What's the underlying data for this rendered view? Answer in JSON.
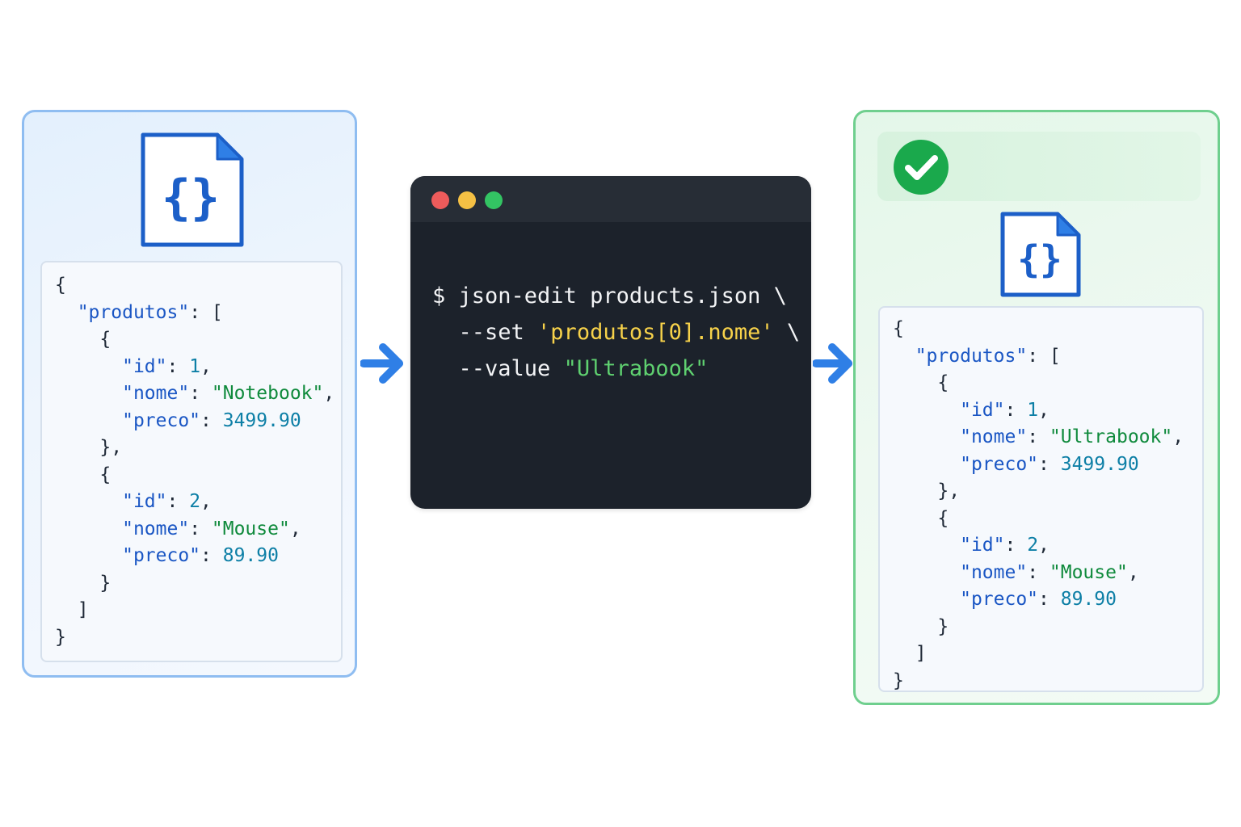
{
  "colors": {
    "before_border": "#8fbdf1",
    "after_border": "#6fcf8e",
    "arrow": "#2f7fe6",
    "key": "#1a56c4",
    "string": "#0f8a3c",
    "number": "#0d7fa6",
    "terminal_bg": "#1c222b",
    "dot_red": "#ee5b5b",
    "dot_yellow": "#f5c044",
    "dot_green": "#33c463",
    "check": "#1aa94c"
  },
  "icons": {
    "file": "json-file-icon",
    "arrow": "arrow-right-icon",
    "check": "check-circle-icon"
  },
  "before": {
    "icon_glyph": "{}",
    "lines": [
      [
        {
          "t": "{",
          "c": "p"
        }
      ],
      [
        {
          "t": "  ",
          "c": "p"
        },
        {
          "t": "\"produtos\"",
          "c": "k"
        },
        {
          "t": ": [",
          "c": "p"
        }
      ],
      [
        {
          "t": "    {",
          "c": "p"
        }
      ],
      [
        {
          "t": "      ",
          "c": "p"
        },
        {
          "t": "\"id\"",
          "c": "k"
        },
        {
          "t": ": ",
          "c": "p"
        },
        {
          "t": "1",
          "c": "n"
        },
        {
          "t": ",",
          "c": "p"
        }
      ],
      [
        {
          "t": "      ",
          "c": "p"
        },
        {
          "t": "\"nome\"",
          "c": "k"
        },
        {
          "t": ": ",
          "c": "p"
        },
        {
          "t": "\"Notebook\"",
          "c": "s"
        },
        {
          "t": ",",
          "c": "p"
        }
      ],
      [
        {
          "t": "      ",
          "c": "p"
        },
        {
          "t": "\"preco\"",
          "c": "k"
        },
        {
          "t": ": ",
          "c": "p"
        },
        {
          "t": "3499.90",
          "c": "n"
        }
      ],
      [
        {
          "t": "    },",
          "c": "p"
        }
      ],
      [
        {
          "t": "    {",
          "c": "p"
        }
      ],
      [
        {
          "t": "      ",
          "c": "p"
        },
        {
          "t": "\"id\"",
          "c": "k"
        },
        {
          "t": ": ",
          "c": "p"
        },
        {
          "t": "2",
          "c": "n"
        },
        {
          "t": ",",
          "c": "p"
        }
      ],
      [
        {
          "t": "      ",
          "c": "p"
        },
        {
          "t": "\"nome\"",
          "c": "k"
        },
        {
          "t": ": ",
          "c": "p"
        },
        {
          "t": "\"Mouse\"",
          "c": "s"
        },
        {
          "t": ",",
          "c": "p"
        }
      ],
      [
        {
          "t": "      ",
          "c": "p"
        },
        {
          "t": "\"preco\"",
          "c": "k"
        },
        {
          "t": ": ",
          "c": "p"
        },
        {
          "t": "89.90",
          "c": "n"
        }
      ],
      [
        {
          "t": "    }",
          "c": "p"
        }
      ],
      [
        {
          "t": "  ]",
          "c": "p"
        }
      ],
      [
        {
          "t": "}",
          "c": "p"
        }
      ]
    ]
  },
  "terminal": {
    "lines": [
      [
        {
          "t": "$ json-edit products.json \\",
          "c": "w"
        }
      ],
      [
        {
          "t": "  --set ",
          "c": "w"
        },
        {
          "t": "'produtos[0].nome'",
          "c": "y"
        },
        {
          "t": " \\",
          "c": "w"
        }
      ],
      [
        {
          "t": "  --value ",
          "c": "w"
        },
        {
          "t": "\"Ultrabook\"",
          "c": "g"
        }
      ]
    ]
  },
  "after": {
    "icon_glyph": "{}",
    "lines": [
      [
        {
          "t": "{",
          "c": "p"
        }
      ],
      [
        {
          "t": "  ",
          "c": "p"
        },
        {
          "t": "\"produtos\"",
          "c": "k"
        },
        {
          "t": ": [",
          "c": "p"
        }
      ],
      [
        {
          "t": "    {",
          "c": "p"
        }
      ],
      [
        {
          "t": "      ",
          "c": "p"
        },
        {
          "t": "\"id\"",
          "c": "k"
        },
        {
          "t": ": ",
          "c": "p"
        },
        {
          "t": "1",
          "c": "n"
        },
        {
          "t": ",",
          "c": "p"
        }
      ],
      [
        {
          "t": "      ",
          "c": "p"
        },
        {
          "t": "\"nome\"",
          "c": "k"
        },
        {
          "t": ": ",
          "c": "p"
        },
        {
          "t": "\"Ultrabook\"",
          "c": "s"
        },
        {
          "t": ",",
          "c": "p"
        }
      ],
      [
        {
          "t": "      ",
          "c": "p"
        },
        {
          "t": "\"preco\"",
          "c": "k"
        },
        {
          "t": ": ",
          "c": "p"
        },
        {
          "t": "3499.90",
          "c": "n"
        }
      ],
      [
        {
          "t": "    },",
          "c": "p"
        }
      ],
      [
        {
          "t": "    {",
          "c": "p"
        }
      ],
      [
        {
          "t": "      ",
          "c": "p"
        },
        {
          "t": "\"id\"",
          "c": "k"
        },
        {
          "t": ": ",
          "c": "p"
        },
        {
          "t": "2",
          "c": "n"
        },
        {
          "t": ",",
          "c": "p"
        }
      ],
      [
        {
          "t": "      ",
          "c": "p"
        },
        {
          "t": "\"nome\"",
          "c": "k"
        },
        {
          "t": ": ",
          "c": "p"
        },
        {
          "t": "\"Mouse\"",
          "c": "s"
        },
        {
          "t": ",",
          "c": "p"
        }
      ],
      [
        {
          "t": "      ",
          "c": "p"
        },
        {
          "t": "\"preco\"",
          "c": "k"
        },
        {
          "t": ": ",
          "c": "p"
        },
        {
          "t": "89.90",
          "c": "n"
        }
      ],
      [
        {
          "t": "    }",
          "c": "p"
        }
      ],
      [
        {
          "t": "  ]",
          "c": "p"
        }
      ],
      [
        {
          "t": "}",
          "c": "p"
        }
      ]
    ]
  }
}
